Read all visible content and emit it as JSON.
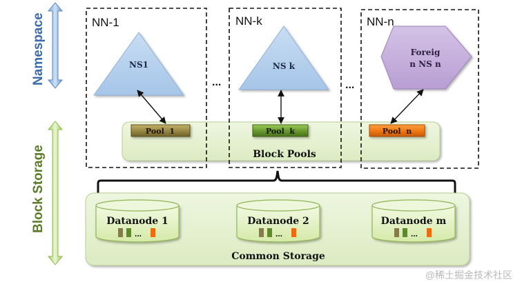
{
  "side_labels": {
    "namespace": "Namespace",
    "block_storage": "Block Storage"
  },
  "namenodes": [
    {
      "title": "NN-1",
      "namespace": "NS1",
      "namespace_lines": [
        "NS1"
      ],
      "shape": "triangle",
      "pool": "Pool  1"
    },
    {
      "title": "NN-k",
      "namespace": "NS k",
      "namespace_lines": [
        "NS k"
      ],
      "shape": "triangle",
      "pool": "Pool  k"
    },
    {
      "title": "NN-n",
      "namespace": "Foreign NS n",
      "namespace_lines": [
        "Foreig",
        "n NS n"
      ],
      "shape": "hexagon",
      "pool": "Pool  n"
    }
  ],
  "ellipsis": "...",
  "block_pools_label": "Block  Pools",
  "datanodes": [
    {
      "label": "Datanode 1"
    },
    {
      "label": "Datanode 2"
    },
    {
      "label": "Datanode m"
    }
  ],
  "datanode_blocks_ellipsis": "...",
  "common_storage_label": "Common Storage",
  "watermark": "@稀土掘金技术社区",
  "colors": {
    "namespace_blue": "#3d6aa8",
    "block_storage_green": "#5a7d2a",
    "triangle_fill": "#b8d3ee",
    "hexagon_fill": "#c6b0dc",
    "pool1": "#8a7a3c",
    "poolk": "#5f8a2a",
    "pooln": "#e46a0c",
    "panel_green": "#e3efcd"
  }
}
